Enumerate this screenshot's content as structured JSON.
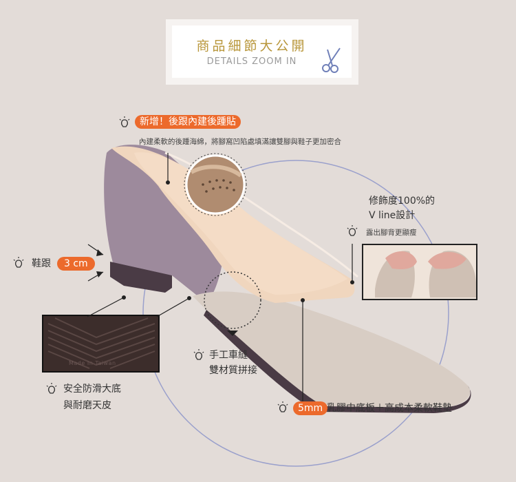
{
  "title": {
    "zh": "商品細節大公開",
    "en": "DETAILS ZOOM IN"
  },
  "heel_pad": {
    "badge": "新增！後跟內建後踵貼",
    "desc": "內建柔軟的後踵海綿，將腳窩凹陷處填滿讓雙腳與鞋子更加密合"
  },
  "vline": {
    "line1": "修飾度100%的",
    "line2": "V line設計",
    "desc": "露出腳背更顯瘦"
  },
  "heel": {
    "label": "鞋跟",
    "value": "3 cm"
  },
  "stitch": {
    "line1": "手工車縫",
    "line2": "雙材質拼接"
  },
  "sole": {
    "line1": "安全防滑大底",
    "line2": "與耐磨天皮",
    "stamp": "Made In Taiwan"
  },
  "insole": {
    "badge": "5mm",
    "text": "乳膠中底板＋高成本柔軟鞋墊"
  },
  "colors": {
    "accent": "#ec6a2c",
    "gold": "#b8963a",
    "circle": "#8e95c4"
  }
}
